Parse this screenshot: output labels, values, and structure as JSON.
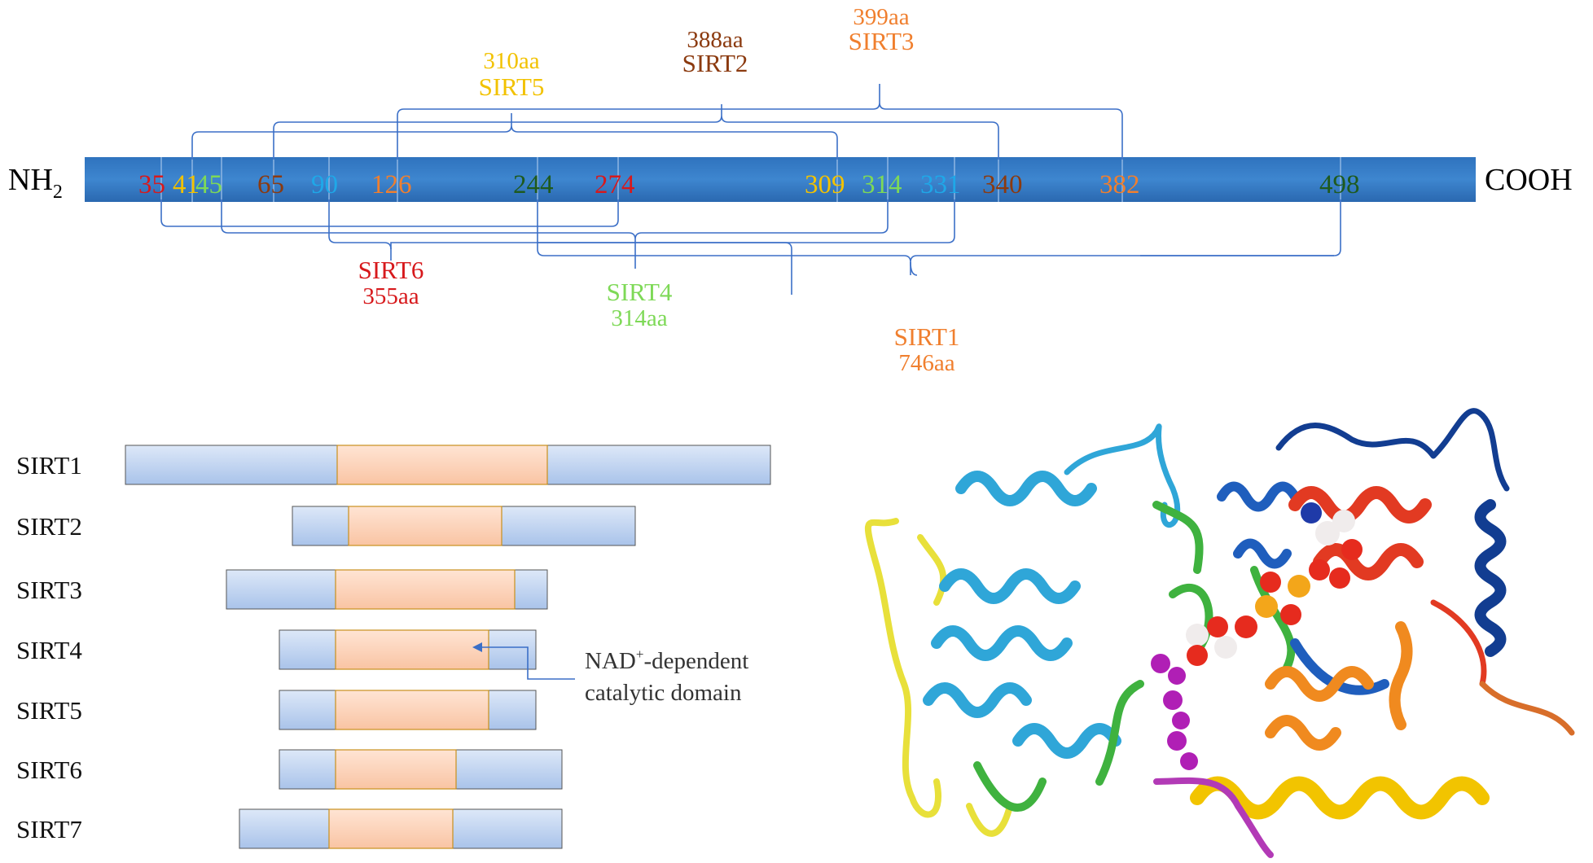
{
  "top_bar": {
    "left_label": "NH",
    "left_label_sub": "2",
    "right_label": "COOH",
    "positions": [
      {
        "text": "35",
        "color": "#d7191c"
      },
      {
        "text": "41",
        "color": "#f2c200"
      },
      {
        "text": "45",
        "color": "#7ed957"
      },
      {
        "text": "65",
        "color": "#8b3a0f"
      },
      {
        "text": "90",
        "color": "#1fa8e8"
      },
      {
        "text": "126",
        "color": "#f07f2e"
      },
      {
        "text": "244",
        "color": "#1e5a1e"
      },
      {
        "text": "274",
        "color": "#d7191c"
      },
      {
        "text": "309",
        "color": "#f2c200"
      },
      {
        "text": "314",
        "color": "#7ed957"
      },
      {
        "text": "331",
        "color": "#1fa8e8"
      },
      {
        "text": "340",
        "color": "#8b3a0f"
      },
      {
        "text": "382",
        "color": "#f07f2e"
      },
      {
        "text": "498",
        "color": "#1e5a1e"
      }
    ],
    "labels_above": [
      {
        "name": "SIRT5",
        "length": "310aa",
        "color": "#f2c200"
      },
      {
        "name": "SIRT2",
        "length": "388aa",
        "color": "#8b3a0f"
      },
      {
        "name": "SIRT3",
        "length": "399aa",
        "color": "#f07f2e"
      }
    ],
    "labels_below": [
      {
        "name": "SIRT6",
        "length": "355aa",
        "color": "#d7191c"
      },
      {
        "name": "SIRT4",
        "length": "314aa",
        "color": "#7ed957"
      },
      {
        "name": "SIRT1",
        "length": "746aa",
        "color": "#f07f2e"
      }
    ]
  },
  "domain_chart": {
    "rows": [
      {
        "label": "SIRT1"
      },
      {
        "label": "SIRT2"
      },
      {
        "label": "SIRT3"
      },
      {
        "label": "SIRT4"
      },
      {
        "label": "SIRT5"
      },
      {
        "label": "SIRT6"
      },
      {
        "label": "SIRT7"
      }
    ],
    "annotation_line1": "NAD",
    "annotation_sup": "+",
    "annotation_line1_rest": "-dependent",
    "annotation_line2": "catalytic domain",
    "colors": {
      "outer_fill_top": "#dde8f8",
      "outer_fill_bottom": "#a9c3ea",
      "catalytic_fill_top": "#ffe4d4",
      "catalytic_fill_bottom": "#f9c4a3"
    }
  }
}
